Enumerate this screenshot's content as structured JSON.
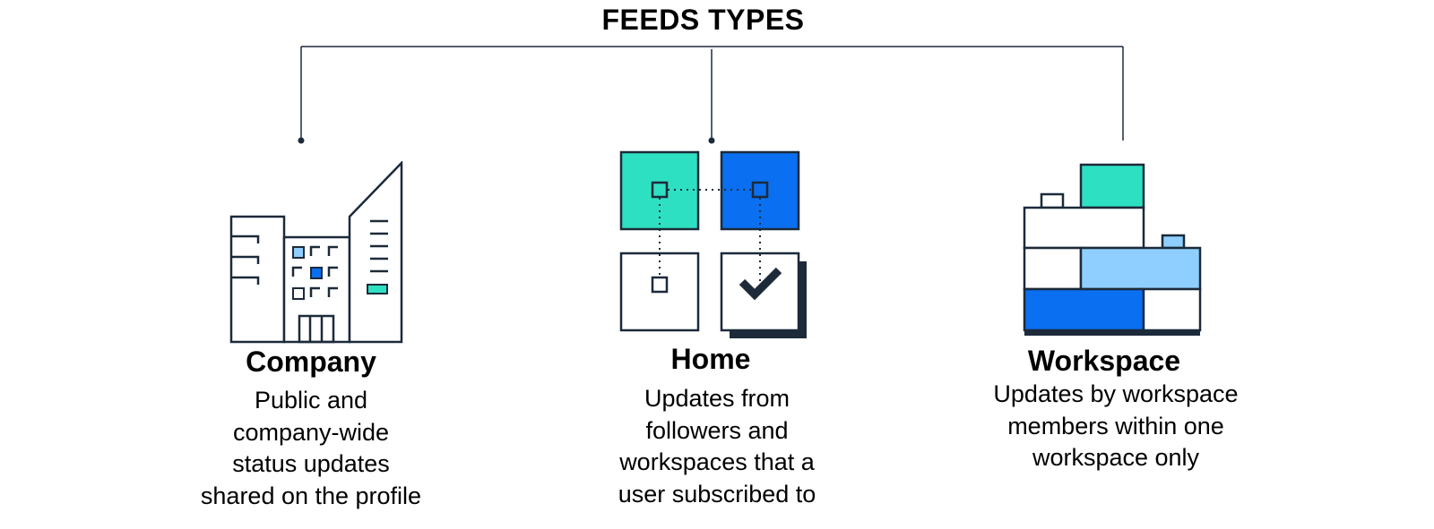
{
  "diagram": {
    "title": "FEEDS TYPES",
    "colors": {
      "outline": "#1c2a3a",
      "teal": "#2ee0c2",
      "blue": "#0a6ff0",
      "light_blue": "#8fcfff"
    },
    "feeds": [
      {
        "name": "Company",
        "icon": "office-building-icon",
        "description_lines": [
          "Public and",
          "company-wide",
          "status updates",
          "shared on the profile"
        ]
      },
      {
        "name": "Home",
        "icon": "linked-squares-checkmark-icon",
        "description_lines": [
          "Updates from",
          "followers and",
          "workspaces that a",
          "user subscribed to"
        ]
      },
      {
        "name": "Workspace",
        "icon": "stacked-blocks-icon",
        "description_lines": [
          "Updates by workspace",
          "members within one",
          "workspace only"
        ]
      }
    ]
  }
}
